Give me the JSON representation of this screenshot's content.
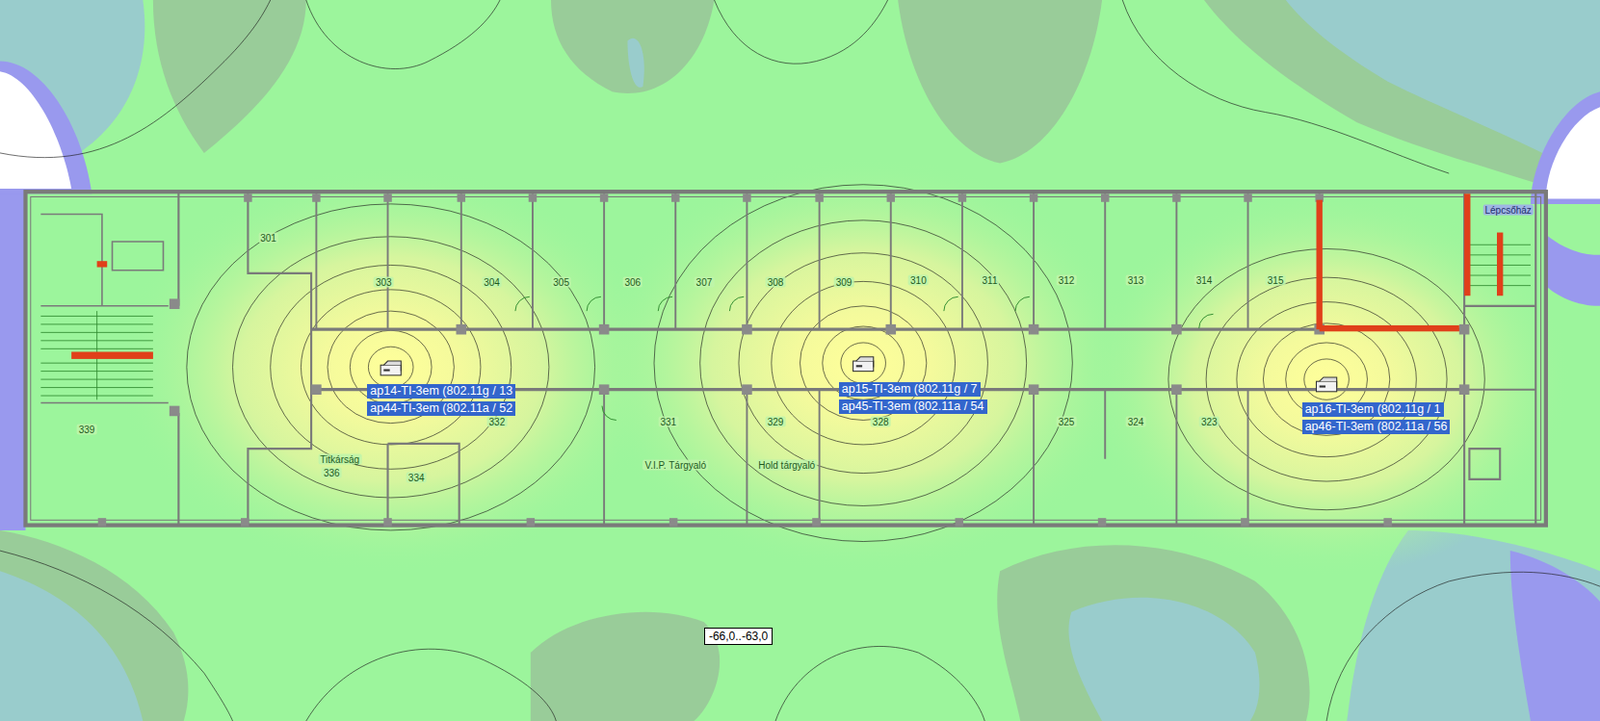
{
  "diagram": {
    "nodes": [
      {
        "text": [
          "ap14-TI-3em (802.11g / 13"
        ]
      },
      {
        "text": [
          "ap44-TI-3em (802.11a / 52"
        ]
      },
      {
        "text": [
          "ap15-TI-3em (802.11g / 7"
        ]
      },
      {
        "text": [
          "ap45-TI-3em (802.11a / 54"
        ]
      },
      {
        "text": [
          "ap16-TI-3em (802.11g / 1"
        ]
      },
      {
        "text": [
          "ap46-TI-3em (802.11a / 56"
        ]
      },
      {
        "text": [
          "-66,0..-63,0"
        ]
      }
    ],
    "labels": [
      "301",
      "303",
      "304",
      "305",
      "306",
      "307",
      "308",
      "309",
      "310",
      "311",
      "312",
      "313",
      "314",
      "315",
      "Lépcsőház",
      "339",
      "Titkárság",
      "336",
      "334",
      "332",
      "331",
      "V.I.P. Tárgyaló",
      "329",
      "Hold tárgyaló",
      "328",
      "325",
      "324",
      "323"
    ]
  }
}
